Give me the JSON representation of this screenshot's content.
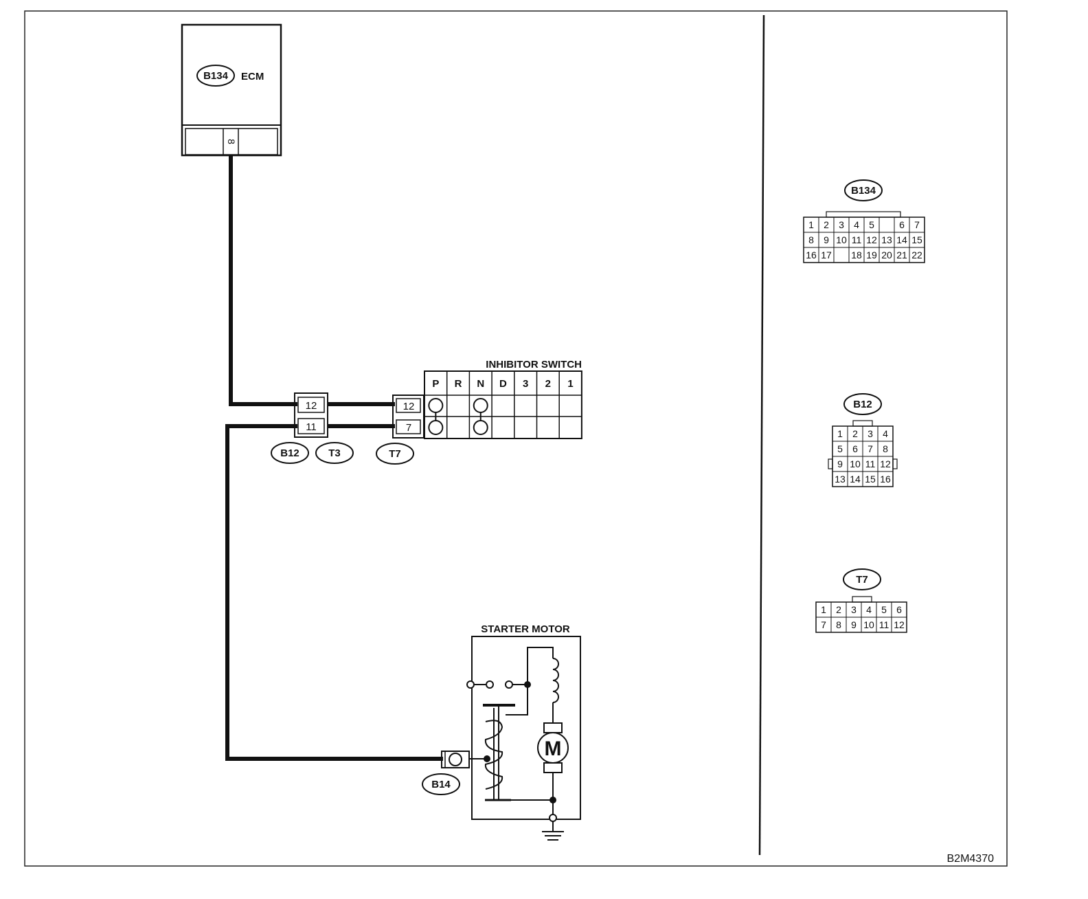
{
  "diagram": {
    "ecm": {
      "connector": "B134",
      "label": "ECM",
      "pin": "8"
    },
    "joint": {
      "connector_a": "B12",
      "connector_b": "T3",
      "pin_top": "12",
      "pin_bottom": "11"
    },
    "inhibitor_switch": {
      "title": "INHIBITOR SWITCH",
      "connector": "T7",
      "pin_top": "12",
      "pin_bottom": "7",
      "positions": [
        "P",
        "R",
        "N",
        "D",
        "3",
        "2",
        "1"
      ],
      "closed_positions": [
        "P",
        "N"
      ]
    },
    "starter_motor": {
      "title": "STARTER MOTOR",
      "connector": "B14",
      "motor_symbol": "M"
    },
    "figure_code": "B2M4370"
  },
  "connector_views": [
    {
      "id": "B134",
      "rows": [
        [
          "1",
          "2",
          "3",
          "4",
          "5",
          "",
          "6",
          "7"
        ],
        [
          "8",
          "9",
          "10",
          "11",
          "12",
          "13",
          "14",
          "15"
        ],
        [
          "16",
          "17",
          "",
          "18",
          "19",
          "20",
          "21",
          "22"
        ]
      ]
    },
    {
      "id": "B12",
      "rows": [
        [
          "1",
          "2",
          "3",
          "4"
        ],
        [
          "5",
          "6",
          "7",
          "8"
        ],
        [
          "9",
          "10",
          "11",
          "12"
        ],
        [
          "13",
          "14",
          "15",
          "16"
        ]
      ]
    },
    {
      "id": "T7",
      "rows": [
        [
          "1",
          "2",
          "3",
          "4",
          "5",
          "6"
        ],
        [
          "7",
          "8",
          "9",
          "10",
          "11",
          "12"
        ]
      ]
    }
  ]
}
